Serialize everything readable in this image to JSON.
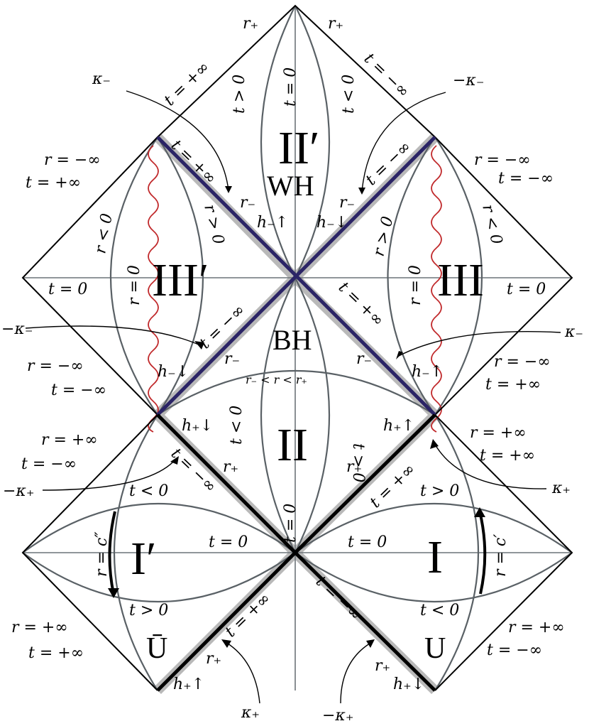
{
  "regions": {
    "II_prime": "II′",
    "WH": "WH",
    "III_prime": "III′",
    "III": "III",
    "BH": "BH",
    "II": "II",
    "I_prime": "I′",
    "I": "I",
    "U_bar": "Ū",
    "U": "U"
  },
  "labels": {
    "top_left_rplus": "r₊",
    "top_right_rplus": "r₊",
    "t_plus_inf_top_left": "t = +∞",
    "t_minus_inf_top_right": "t = −∞",
    "kappa_minus_top": "κ₋",
    "minus_kappa_minus_top": "−κ₋",
    "t_gt_0_top": "t > 0",
    "t_0_top": "t = 0",
    "t_lt_0_top": "t < 0",
    "t_plus_inf_wh_left": "t = +∞",
    "t_minus_inf_wh_right": "t = −∞",
    "r_minus_wh_left": "r₋",
    "r_minus_wh_right": "r₋",
    "h_minus_up": "h₋↑",
    "h_minus_down_wh": "h₋↓",
    "r_lt_0_left": "r < 0",
    "r_gt_0_left": "r > 0",
    "r_gt_0_right": "r > 0",
    "r_lt_0_right": "r < 0",
    "r_eq_0_left": "r = 0",
    "r_eq_0_right": "r = 0",
    "r_minus_inf_t_plus_left": "r = −∞",
    "t_plus_inf_left_edge": "t = +∞",
    "r_minus_inf_t_minus_right": "r = −∞",
    "t_minus_inf_right_edge": "t = −∞",
    "t_eq_0_left_mid": "t = 0",
    "t_eq_0_right_mid": "t = 0",
    "minus_kappa_minus_mid": "−κ₋",
    "kappa_minus_mid": "κ₋",
    "t_minus_inf_bh_left": "t = −∞",
    "t_plus_inf_bh_right": "t = +∞",
    "r_minus_inf_lower_left": "r = −∞",
    "t_minus_inf_lower_left": "t = −∞",
    "r_minus_inf_lower_right": "r = −∞",
    "t_plus_inf_lower_right": "t = +∞",
    "h_minus_down_bh_left": "h₋↓",
    "h_minus_up_bh_right": "h₋↑",
    "r_minus_bh_left": "r₋",
    "r_minus_bh_right": "r₋",
    "r_range_bh": "r₋ < r < r₊",
    "h_plus_down_left": "h₊↓",
    "h_plus_up_right": "h₊↑",
    "t_lt_0_II": "t < 0",
    "t_gt_0_II": "t > 0",
    "r_plus_II_left": "r₊",
    "r_plus_II_right": "r₊",
    "t_0_II": "t = 0",
    "r_plus_inf_I_prime": "r = +∞",
    "t_minus_inf_I_prime": "t = −∞",
    "minus_kappa_plus_left": "−κ₊",
    "r_plus_inf_I": "r = +∞",
    "t_plus_inf_I": "t = +∞",
    "kappa_plus_right": "κ₊",
    "t_minus_inf_lower_diag_left": "t = −∞",
    "t_plus_inf_lower_diag_right": "t = +∞",
    "t_lt_0_I_prime": "t < 0",
    "t_gt_0_I": "t > 0",
    "t_0_I_prime": "t = 0",
    "t_0_I": "t = 0",
    "r_c_double_prime": "r = c″",
    "r_c_prime": "r = c′",
    "t_gt_0_U_bar": "t > 0",
    "t_lt_0_U": "t < 0",
    "r_plus_inf_U_bar": "r = +∞",
    "t_plus_inf_U_bar": "t = +∞",
    "r_plus_inf_U": "r = +∞",
    "t_minus_inf_U": "t = −∞",
    "t_plus_inf_bottom_left_diag": "t = +∞",
    "t_minus_inf_bottom_right_diag": "t = −∞",
    "r_plus_bottom_left": "r₊",
    "r_plus_bottom_right": "r₊",
    "h_plus_up_bottom": "h₊↑",
    "h_plus_down_bottom": "h₊↓",
    "kappa_plus_bottom": "κ₊",
    "minus_kappa_plus_bottom": "−κ₊"
  },
  "colors": {
    "boundary": "#000000",
    "curves": "#5a6166",
    "inner_horizon": "#2b2466",
    "outer_horizon": "#000000",
    "horizon_shadow": "#b9b9b9",
    "singularity": "#c0282a"
  }
}
